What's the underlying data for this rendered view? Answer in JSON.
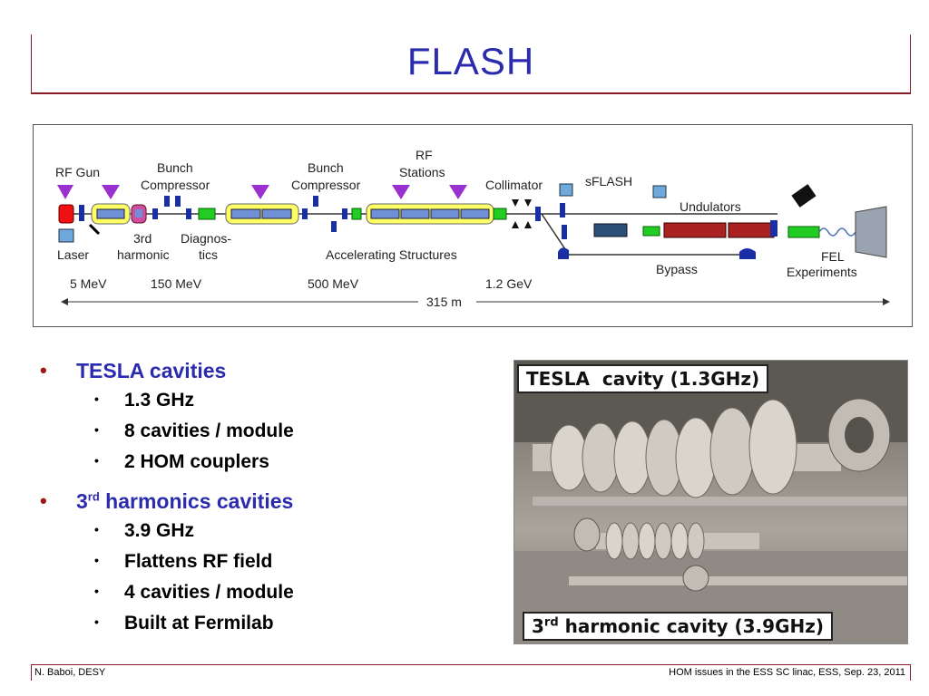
{
  "slide": {
    "title": "FLASH"
  },
  "diagram": {
    "labels": {
      "rf_gun": "RF Gun",
      "bunch_compressor_1a": "Bunch",
      "bunch_compressor_1b": "Compressor",
      "bunch_compressor_2a": "Bunch",
      "bunch_compressor_2b": "Compressor",
      "rf_stations_a": "RF",
      "rf_stations_b": "Stations",
      "collimator": "Collimator",
      "sflash": "sFLASH",
      "undulators": "Undulators",
      "laser": "Laser",
      "third_harmonic_a": "3rd",
      "third_harmonic_b": "harmonic",
      "diagnostics_a": "Diagnos-",
      "diagnostics_b": "tics",
      "accelerating_structures": "Accelerating Structures",
      "bypass": "Bypass",
      "fel_a": "FEL",
      "fel_b": "Experiments",
      "e1": "5 MeV",
      "e2": "150 MeV",
      "e3": "500 MeV",
      "e4": "1.2 GeV",
      "length": "315 m"
    }
  },
  "bullets": {
    "tesla": {
      "title": "TESLA cavities",
      "items": [
        "1.3 GHz",
        "8 cavities / module",
        "2 HOM couplers"
      ]
    },
    "harmonic": {
      "title_prefix": "3",
      "title_sup": "rd",
      "title_rest": " harmonics cavities",
      "items": [
        "3.9 GHz",
        "Flattens RF field",
        "4 cavities / module",
        "Built at Fermilab"
      ]
    }
  },
  "photo": {
    "caption_top": "TESLA  cavity (1.3GHz)",
    "caption_bottom_prefix": "3",
    "caption_bottom_sup": "rd",
    "caption_bottom_rest": " harmonic cavity (3.9GHz)"
  },
  "footer": {
    "left": "N. Baboi, DESY",
    "right": "HOM issues in the ESS SC linac, ESS, Sep. 23, 2011"
  },
  "colors": {
    "title": "#2b2bb0",
    "accent_line": "#8a1c2a",
    "module_fill": "#ffff66",
    "cavity_fill": "#6f8fd6",
    "triangle": "#9b30d0",
    "green": "#22cc22",
    "gun_red": "#ee1111"
  }
}
